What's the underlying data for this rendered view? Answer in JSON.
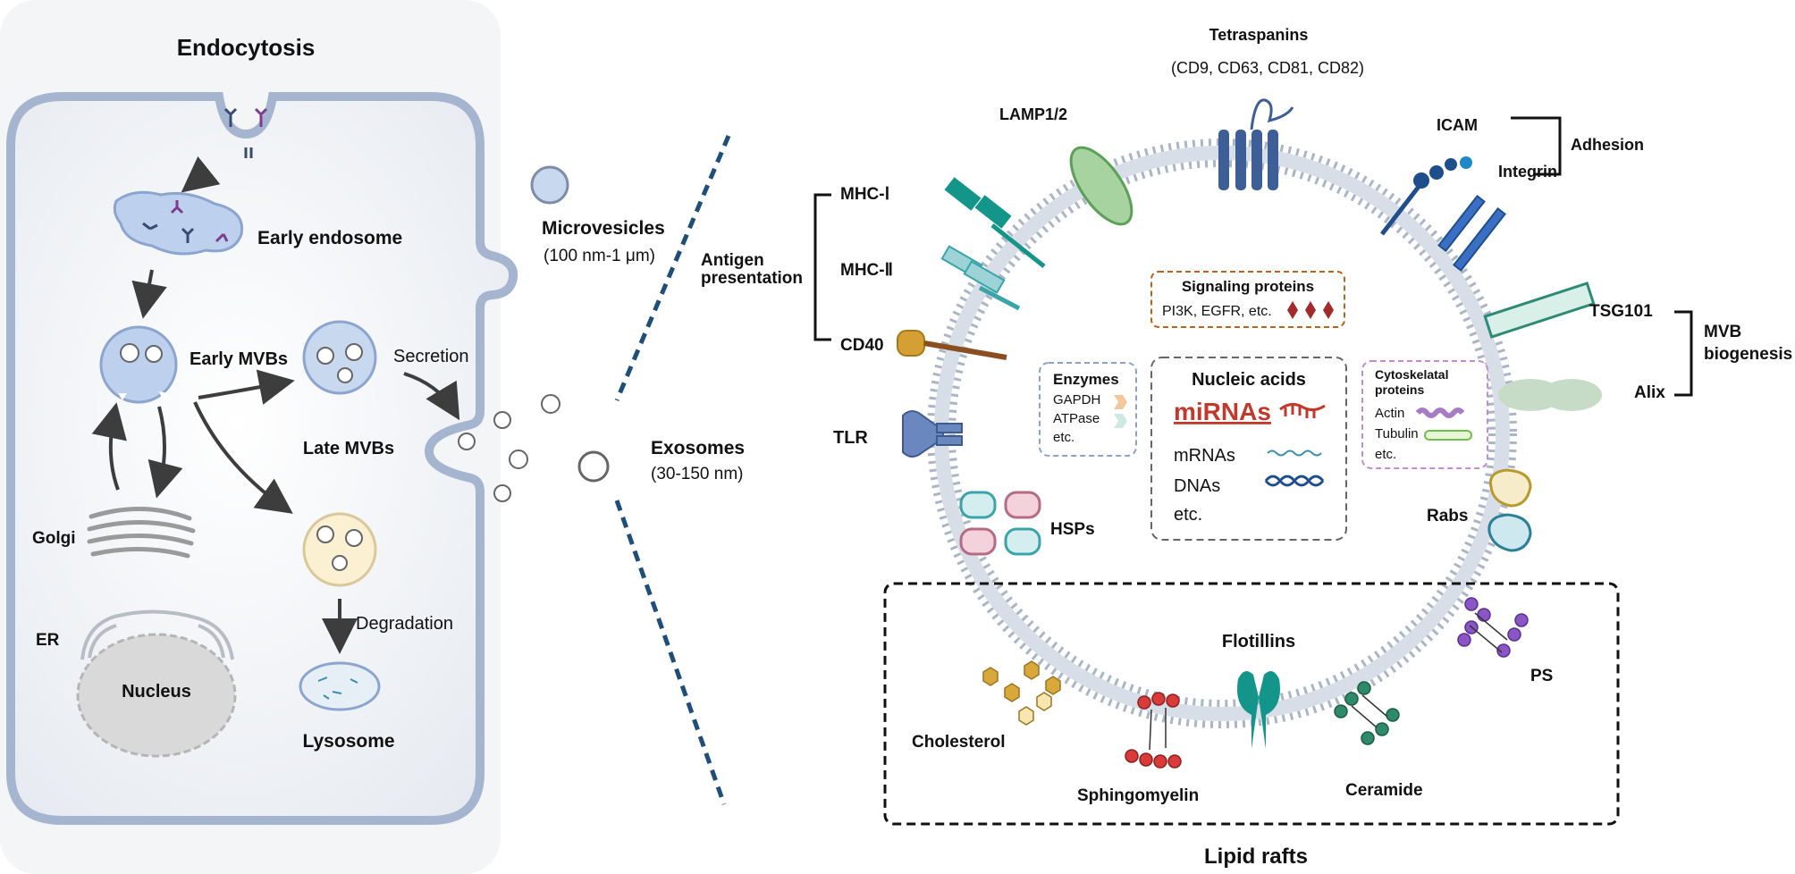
{
  "left": {
    "title": "Endocytosis",
    "early_endosome": "Early endosome",
    "early_mvbs": "Early MVBs",
    "late_mvbs": "Late MVBs",
    "secretion": "Secretion",
    "golgi": "Golgi",
    "er": "ER",
    "nucleus": "Nucleus",
    "degradation": "Degradation",
    "lysosome": "Lysosome"
  },
  "middle": {
    "microvesicles": "Microvesicles",
    "microvesicles_size": "(100 nm-1 μm)",
    "exosomes": "Exosomes",
    "exosomes_size": "(30-150 nm)",
    "antigen_1": "Antigen",
    "antigen_2": "presentation"
  },
  "right": {
    "tetraspanins": "Tetraspanins",
    "tetraspanins_list": "(CD9, CD63, CD81, CD82)",
    "lamp": "LAMP1/2",
    "icam": "ICAM",
    "integrin": "Integrin",
    "adhesion": "Adhesion",
    "mhc1": "MHC-Ⅰ",
    "mhc2": "MHC-Ⅱ",
    "cd40": "CD40",
    "tlr": "TLR",
    "hsps": "HSPs",
    "tsg101": "TSG101",
    "alix": "Alix",
    "mvb_1": "MVB",
    "mvb_2": "biogenesis",
    "rabs": "Rabs",
    "signaling_title": "Signaling proteins",
    "signaling_list": "PI3K, EGFR, etc.",
    "enzymes_title": "Enzymes",
    "enzyme_1": "GAPDH",
    "enzyme_2": "ATPase",
    "enzyme_3": "etc.",
    "nucleic_title": "Nucleic acids",
    "mirnas": "miRNAs",
    "mrnas": "mRNAs",
    "dnas": "DNAs",
    "nucleic_etc": "etc.",
    "cyto_title_1": "Cytoskelatal",
    "cyto_title_2": "proteins",
    "actin": "Actin",
    "tubulin": "Tubulin",
    "cyto_etc": "etc.",
    "flotillins": "Flotillins",
    "cholesterol": "Cholesterol",
    "sphingomyelin": "Sphingomyelin",
    "ceramide": "Ceramide",
    "ps": "PS",
    "lipid_rafts": "Lipid rafts"
  },
  "colors": {
    "membrane": "#aab6c6",
    "cell_border": "#a5b5cf",
    "endosome": "#bdd0ee",
    "dashed_line": "#1f4e79",
    "teal": "#14958a",
    "mirna_red": "#c0392b",
    "signaling_border": "#b5651d",
    "enzymes_border": "#8aa2c8",
    "cyto_border": "#c48bd0"
  }
}
